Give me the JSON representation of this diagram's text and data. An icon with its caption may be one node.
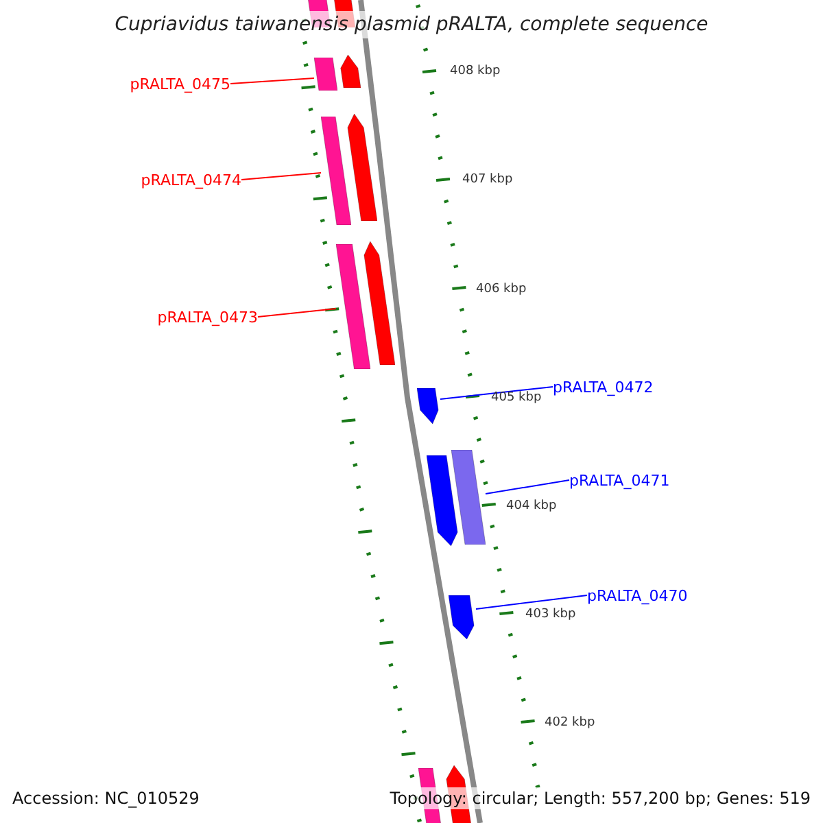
{
  "diagram": {
    "title": "Cupriavidus taiwanensis plasmid pRALTA, complete sequence",
    "nodes": [
      {
        "text": [],
        "shape": "bar"
      },
      {
        "text": [],
        "shape": "bar"
      },
      {
        "text": [
          "pRALTA_0475"
        ]
      },
      {
        "text": [],
        "shape": "bar"
      },
      {
        "text": [],
        "shape": "arrow"
      },
      {
        "text": [
          "pRALTA_0474"
        ]
      },
      {
        "text": [],
        "shape": "bar"
      },
      {
        "text": [],
        "shape": "arrow"
      },
      {
        "text": [
          "pRALTA_0473"
        ]
      },
      {
        "text": [],
        "shape": "bar"
      },
      {
        "text": [],
        "shape": "arrow"
      },
      {
        "text": [],
        "shape": "arrow"
      },
      {
        "text": [
          "pRALTA_0472"
        ]
      },
      {
        "text": [],
        "shape": "arrow"
      },
      {
        "text": [],
        "shape": "bar"
      },
      {
        "text": [
          "pRALTA_0471"
        ]
      },
      {
        "text": [],
        "shape": "arrow"
      },
      {
        "text": [
          "pRALTA_0470"
        ]
      },
      {
        "text": [],
        "shape": "bar"
      },
      {
        "text": [],
        "shape": "arrow"
      }
    ],
    "edges": [
      {
        "from": 2,
        "to": 3,
        "arrow": "none",
        "color": "#ff0000"
      },
      {
        "from": 5,
        "to": 6,
        "arrow": "none",
        "color": "#ff0000"
      },
      {
        "from": 8,
        "to": 9,
        "arrow": "none",
        "color": "#ff0000"
      },
      {
        "from": 12,
        "to": 11,
        "arrow": "none",
        "color": "#0000ff"
      },
      {
        "from": 15,
        "to": 14,
        "arrow": "none",
        "color": "#0000ff"
      },
      {
        "from": 17,
        "to": 16,
        "arrow": "none",
        "color": "#0000ff"
      }
    ],
    "labels": [
      "408 kbp",
      "407 kbp",
      "406 kbp",
      "405 kbp",
      "404 kbp",
      "403 kbp",
      "402 kbp",
      "Accession: NC_010529",
      "Topology: circular; Length: 557,200 bp; Genes: 519"
    ]
  }
}
